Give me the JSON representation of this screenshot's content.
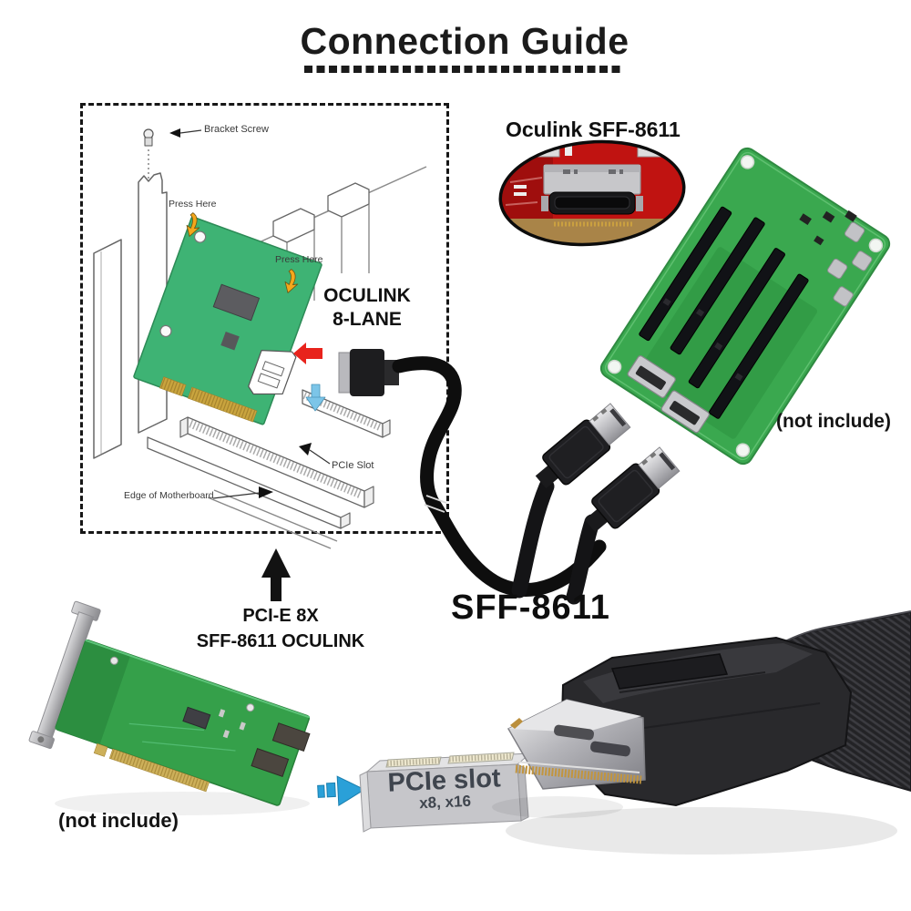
{
  "title": {
    "text": "Connection Guide"
  },
  "install_diagram": {
    "bracket_screw": "Bracket Screw",
    "press_here_top": "Press Here",
    "press_here_right": "Press Here",
    "pcie_slot": "PCIe Slot",
    "edge_of_motherboard": "Edge of Motherboard",
    "port_label_line1": "OCULINK",
    "port_label_line2": "8-LANE"
  },
  "backplane": {
    "connector_label": "Oculink SFF-8611",
    "availability": "(not include)"
  },
  "cable": {
    "model": "SFF-8611"
  },
  "adapter_card": {
    "label_line1": "PCI-E 8X",
    "label_line2": "SFF-8611 OCULINK",
    "availability": "(not include)"
  },
  "slot_illustration": {
    "title": "PCIe slot",
    "subtitle": "x8, x16"
  },
  "colors": {
    "diagram_card_green": "#3eb374",
    "backplane_green": "#3aa84f",
    "adapter_green": "#35a04a",
    "red_pcb": "#c01311",
    "arrow_red": "#e8231c",
    "arrow_yellow": "#f4a71b",
    "arrow_blue_small": "#7cc5e8",
    "arrow_blue": "#2aa0d8",
    "cable_black": "#0e0e0e",
    "slot_text_gray": "#3f454e"
  }
}
